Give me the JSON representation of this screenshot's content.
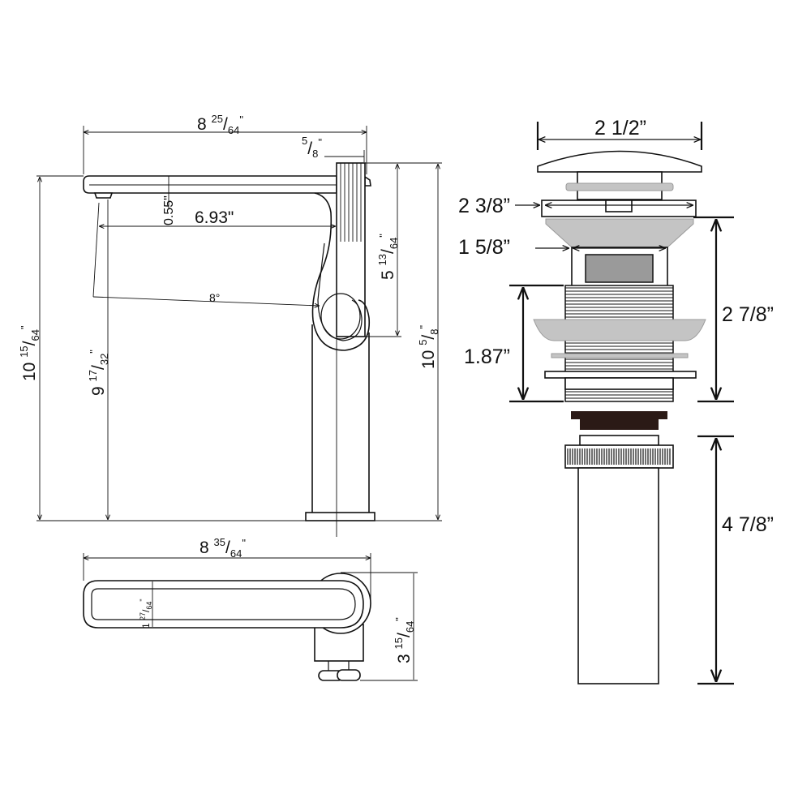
{
  "faucet_side_view": {
    "overall_width": {
      "whole": "8",
      "num": "25",
      "den": "64",
      "unit": "\""
    },
    "handle_width": {
      "num": "5",
      "den": "8",
      "unit": "\""
    },
    "spout_thickness": "0.55\"",
    "reach": "6.93\"",
    "angle": "8°",
    "total_height": {
      "whole": "10",
      "num": "15",
      "den": "64",
      "unit": "\""
    },
    "spout_clearance": {
      "whole": "9",
      "num": "17",
      "den": "32",
      "unit": "\""
    },
    "handle_height": {
      "whole": "5",
      "num": "13",
      "den": "64",
      "unit": "\""
    },
    "body_height": {
      "whole": "10",
      "num": "5",
      "den": "8",
      "unit": "\""
    }
  },
  "faucet_top_view": {
    "length": {
      "whole": "8",
      "num": "35",
      "den": "64",
      "unit": "\""
    },
    "spout_width": {
      "whole": "1",
      "num": "27",
      "den": "64",
      "unit": "\""
    },
    "depth": {
      "whole": "3",
      "num": "15",
      "den": "64",
      "unit": "\""
    }
  },
  "drain": {
    "cap_diameter": "2 1/2”",
    "flange_diameter": "2 3/8”",
    "body_diameter": "1 5/8”",
    "thread_length": "1.87”",
    "body_height": "2 7/8”",
    "tailpiece_length": "4 7/8”"
  },
  "colors": {
    "line": "#111111",
    "gray_part": "#c4c4c4",
    "window": "#9a9a9a",
    "gasket": "#2b1a16"
  }
}
